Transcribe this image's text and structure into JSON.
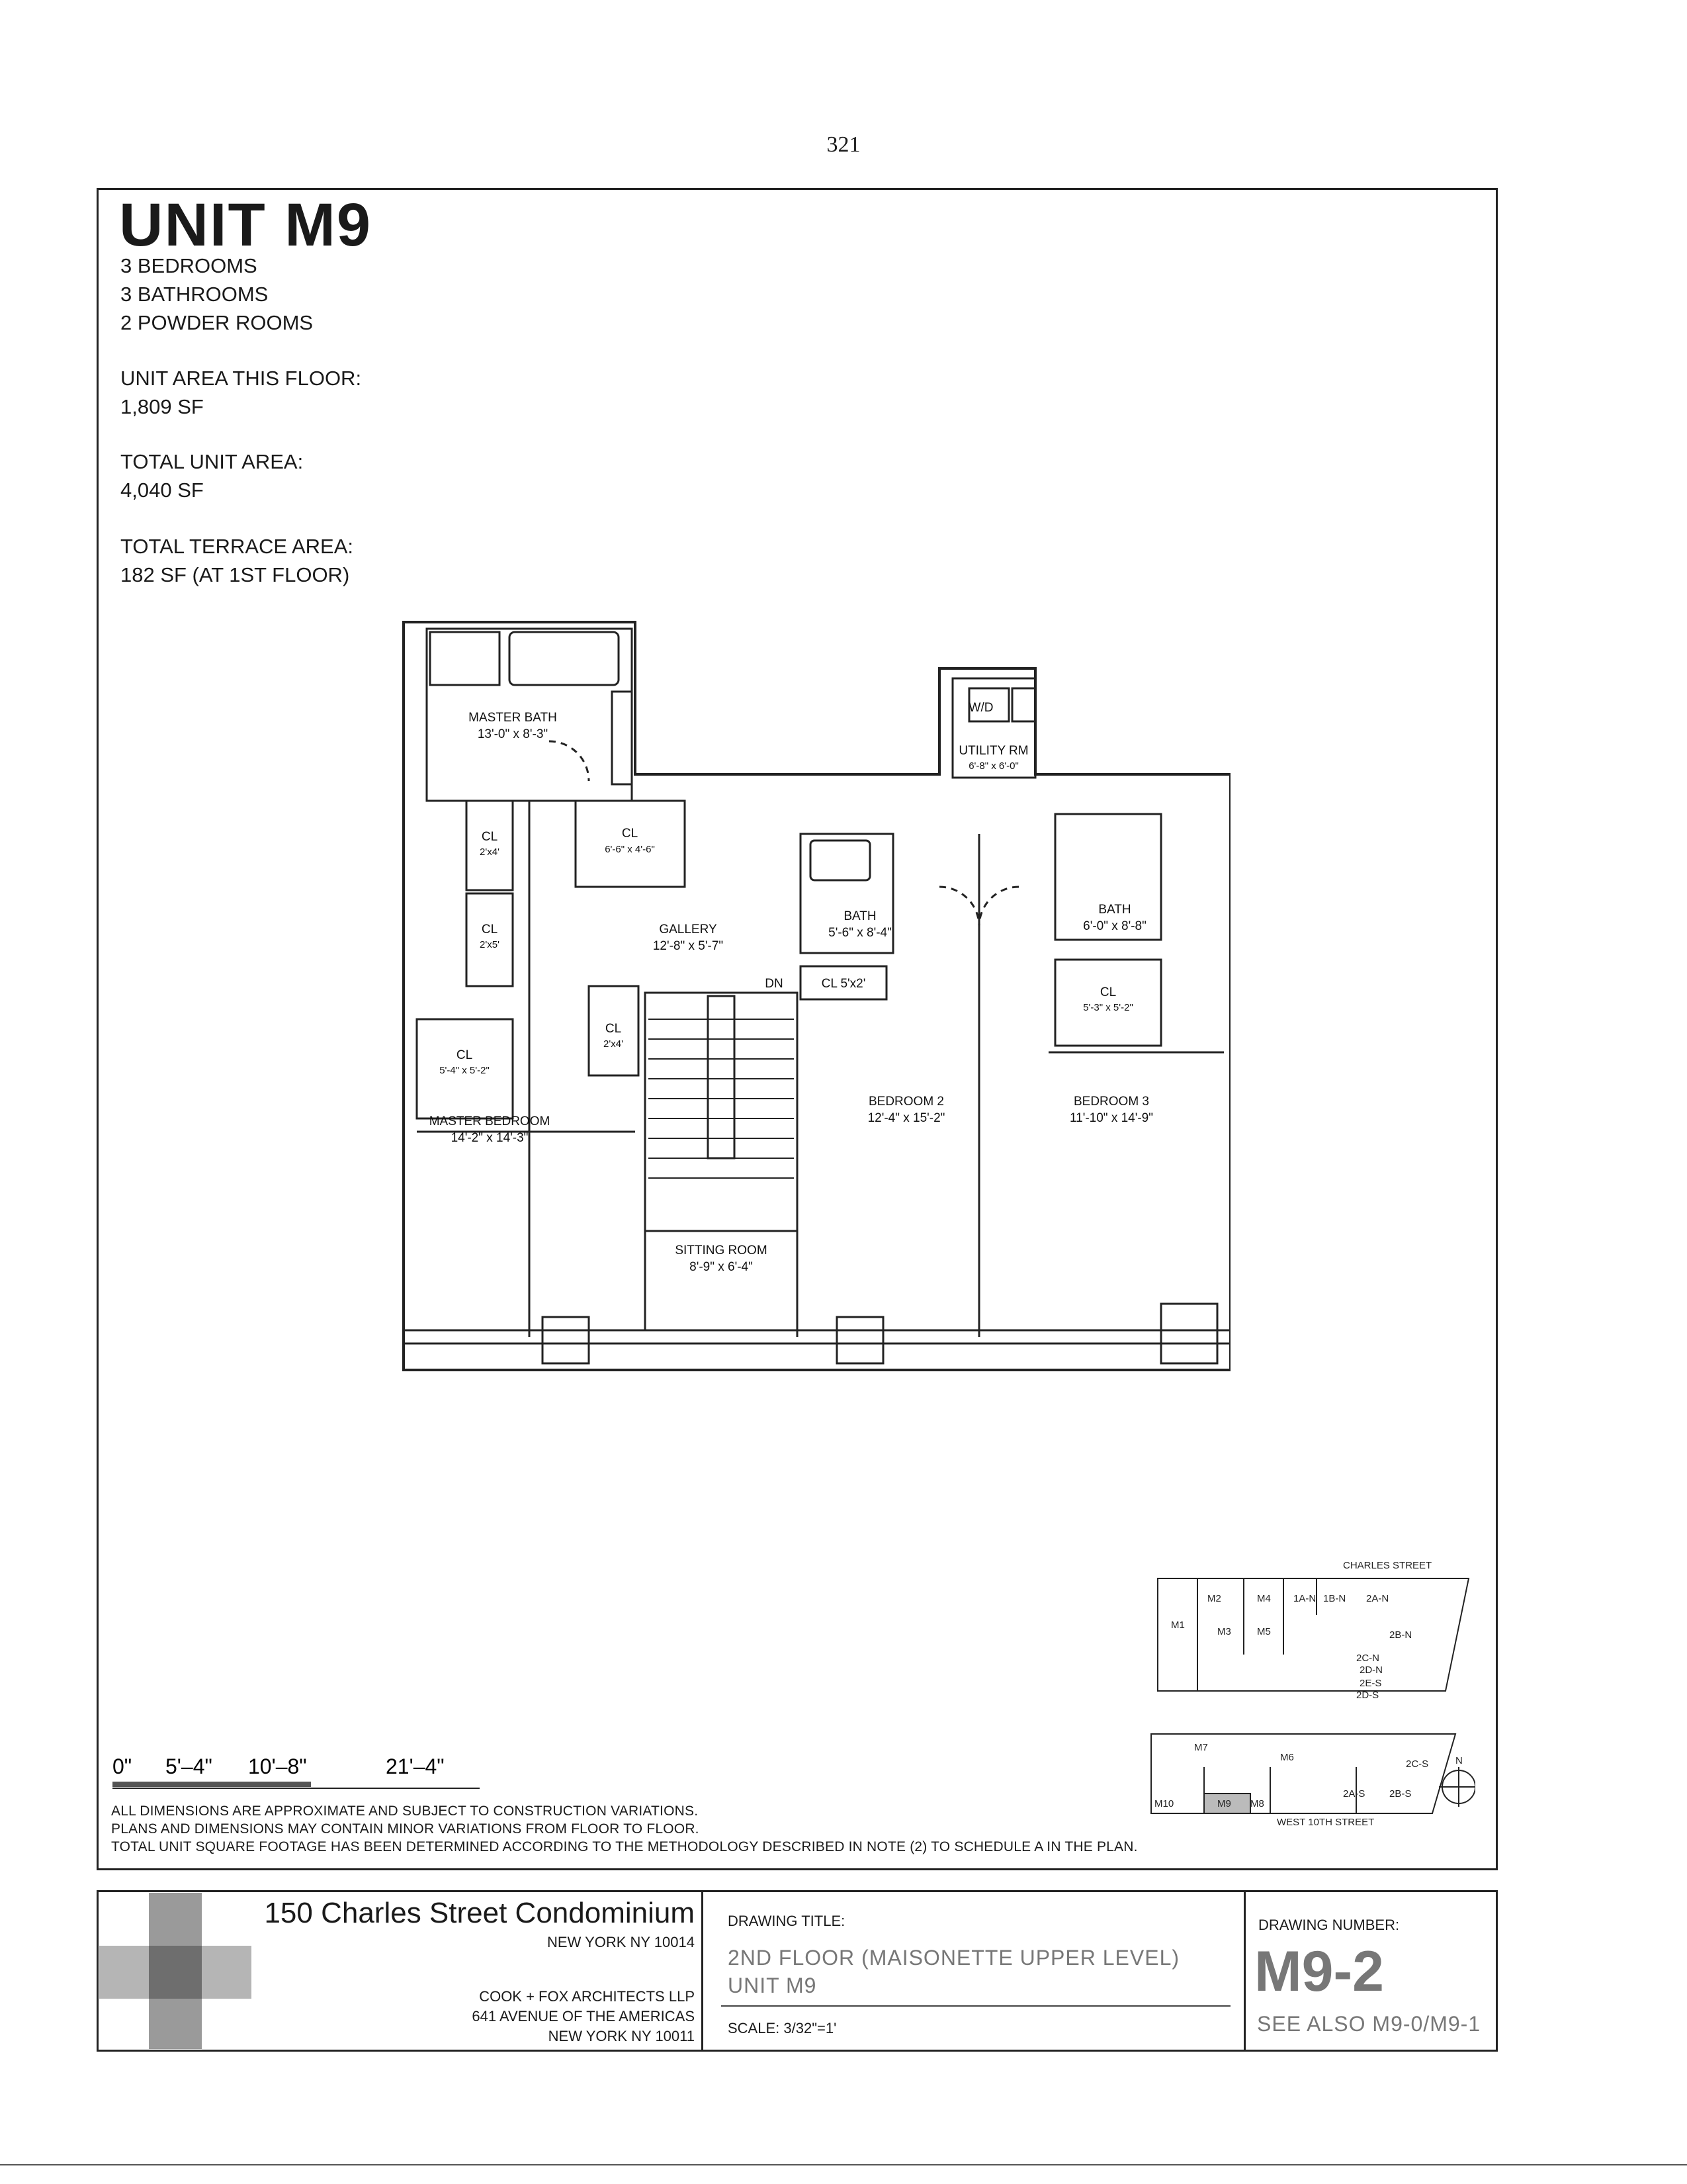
{
  "page_number": "321",
  "unit": {
    "title": "UNIT M9",
    "bedrooms": "3 BEDROOMS",
    "bathrooms": "3 BATHROOMS",
    "powder_rooms": "2 POWDER ROOMS",
    "area_this_floor_label": "UNIT AREA THIS FLOOR:",
    "area_this_floor_value": "1,809 SF",
    "total_area_label": "TOTAL UNIT AREA:",
    "total_area_value": "4,040 SF",
    "terrace_label": "TOTAL TERRACE AREA:",
    "terrace_value": "182 SF (AT 1ST FLOOR)"
  },
  "floor_plan": {
    "rooms": {
      "master_bath": {
        "name": "MASTER BATH",
        "dims": "13'-0\" x 8'-3\""
      },
      "utility_rm": {
        "name": "UTILITY RM",
        "dims": "6'-8\" x 6'-0\""
      },
      "wd": "W/D",
      "cl_1": {
        "name": "CL",
        "dims": "2'x4'"
      },
      "cl_2": {
        "name": "CL",
        "dims": "6'-6\" x 4'-6\""
      },
      "cl_3": {
        "name": "CL",
        "dims": "2'x5'"
      },
      "gallery": {
        "name": "GALLERY",
        "dims": "12'-8\" x 5'-7\""
      },
      "bath_2": {
        "name": "BATH",
        "dims": "5'-6\" x 8'-4\""
      },
      "bath_3": {
        "name": "BATH",
        "dims": "6'-0\" x 8'-8\""
      },
      "dn": "DN",
      "cl_4": {
        "name": "CL",
        "dims": "5'-4\" x 5'-2\""
      },
      "cl_5": {
        "name": "CL",
        "dims": "2'x4'"
      },
      "cl_6": "CL 5'x2'",
      "cl_7": {
        "name": "CL",
        "dims": "5'-3\" x 5'-2\""
      },
      "master_bedroom": {
        "name": "MASTER BEDROOM",
        "dims": "14'-2\" x 14'-3\""
      },
      "bedroom_2": {
        "name": "BEDROOM 2",
        "dims": "12'-4\" x 15'-2\""
      },
      "bedroom_3": {
        "name": "BEDROOM 3",
        "dims": "11'-10\" x 14'-9\""
      },
      "sitting_room": {
        "name": "SITTING ROOM",
        "dims": "8'-9\" x 6'-4\""
      }
    }
  },
  "key_plan": {
    "north_street": "CHARLES STREET",
    "south_street": "WEST 10TH STREET",
    "north_arrow": "N",
    "units": [
      "M2",
      "M4",
      "1A-N",
      "1B-N",
      "2A-N",
      "M1",
      "M3",
      "M5",
      "2B-N",
      "2C-N",
      "2D-N",
      "2E-S",
      "2D-S",
      "M7",
      "M6",
      "2C-S",
      "2A-S",
      "2B-S",
      "M10",
      "M9",
      "M8"
    ]
  },
  "scale_bar": {
    "labels": [
      "0\"",
      "5'–4\"",
      "10'–8\"",
      "21'–4\""
    ]
  },
  "notes": [
    "ALL DIMENSIONS ARE APPROXIMATE AND SUBJECT TO CONSTRUCTION VARIATIONS.",
    "PLANS AND DIMENSIONS MAY CONTAIN MINOR VARIATIONS FROM FLOOR TO FLOOR.",
    "TOTAL UNIT SQUARE FOOTAGE HAS BEEN DETERMINED ACCORDING TO THE METHODOLOGY DESCRIBED IN NOTE (2) TO SCHEDULE A IN THE PLAN."
  ],
  "title_block": {
    "project_name": "150 Charles Street Condominium",
    "project_city": "NEW YORK NY 10014",
    "architect_name": "COOK + FOX ARCHITECTS LLP",
    "architect_address": "641 AVENUE OF THE AMERICAS",
    "architect_city": "NEW YORK NY 10011",
    "drawing_title_label": "DRAWING TITLE:",
    "drawing_title_line1": "2ND FLOOR (MAISONETTE UPPER LEVEL)",
    "drawing_title_line2": "UNIT M9",
    "scale": "SCALE: 3/32\"=1'",
    "drawing_number_label": "DRAWING NUMBER:",
    "drawing_number": "M9-2",
    "see_also": "SEE ALSO M9-0/M9-1"
  }
}
